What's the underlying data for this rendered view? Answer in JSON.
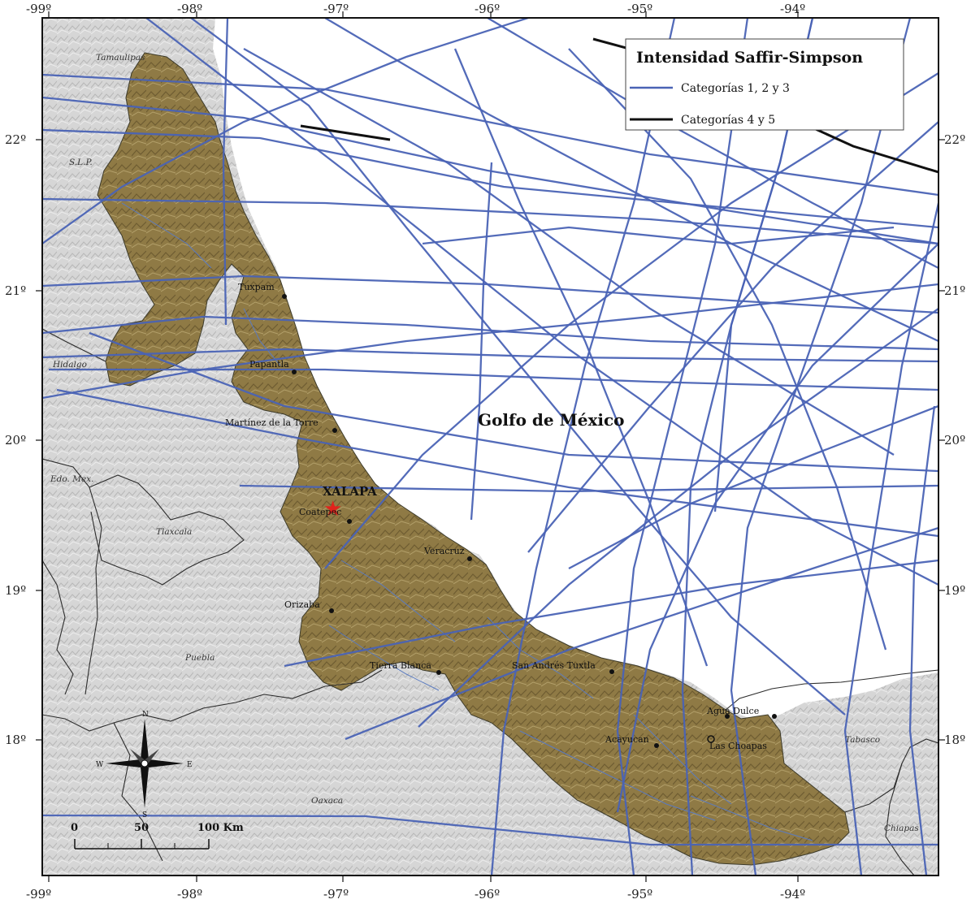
{
  "map": {
    "lon_ticks": [
      "-99º",
      "-98º",
      "-97º",
      "-96º",
      "-95º",
      "-94º"
    ],
    "lat_ticks": [
      "22º",
      "21º",
      "20º",
      "19º",
      "18º"
    ],
    "sea_label": "Golfo de México",
    "capital": "XALAPA",
    "cities": [
      "Tuxpam",
      "Papantla",
      "Martínez de la Torre",
      "Coatepec",
      "Veracruz",
      "Orizaba",
      "Tierra Blanca",
      "San Andrés Tuxtla",
      "Acayucan",
      "Agua Dulce",
      "Las Choapas"
    ],
    "states": [
      "Tamaulipas",
      "S.L.P.",
      "Hidalgo",
      "Edo. Mex.",
      "Tlaxcala",
      "Puebla",
      "Oaxaca",
      "Tabasco",
      "Chiapas"
    ],
    "colors": {
      "veracruz": "#8f7a45",
      "sea": "#ffffff",
      "relief": "#d9d9d9",
      "track_cat123": "#4a63b5",
      "track_cat45": "#111111",
      "capital_marker": "#e0231c"
    }
  },
  "legend": {
    "title": "Intensidad Saffir-Simpson",
    "items": [
      "Categorías 1, 2 y 3",
      "Categorías 4 y 5"
    ]
  },
  "scale_bar": {
    "labels": [
      "0",
      "50",
      "100 Km"
    ]
  },
  "compass": {
    "labels": [
      "N",
      "W",
      "E",
      "S"
    ]
  }
}
